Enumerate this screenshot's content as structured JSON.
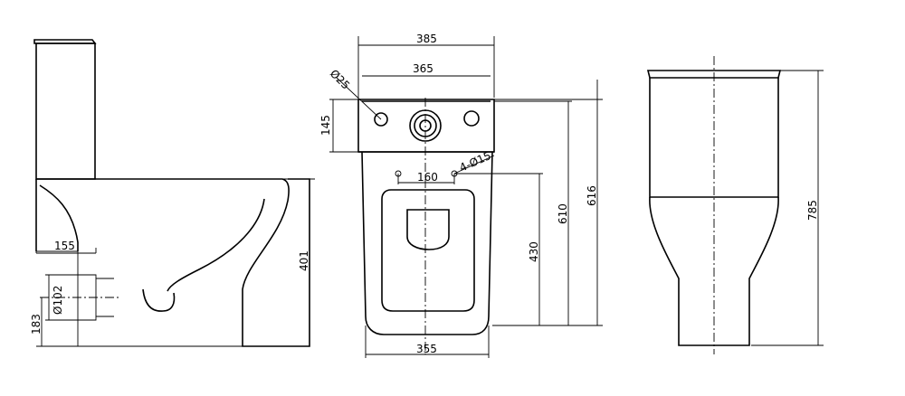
{
  "dimensions": {
    "side_view": {
      "height_401": "401",
      "offset_155": "155",
      "waste_dia": "Ø102",
      "waste_height": "183"
    },
    "front_view": {
      "width_385": "385",
      "width_365": "365",
      "hole_dia": "Ø25",
      "cistern_145": "145",
      "fix_spacing": "160",
      "fix_holes": "4-Ø15",
      "height_430": "430",
      "height_610": "610",
      "height_616": "616",
      "base_width": "355"
    },
    "back_view": {
      "height_785": "785"
    }
  }
}
